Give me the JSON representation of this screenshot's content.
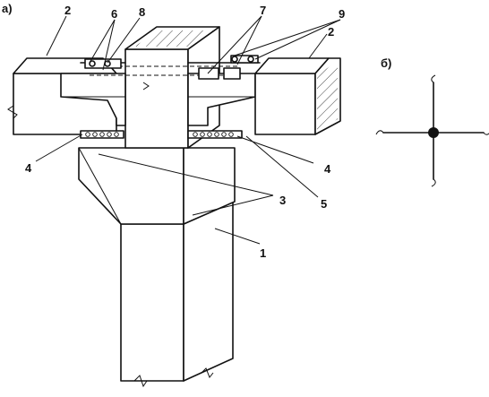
{
  "panels": [
    {
      "id": "a",
      "label": "а)"
    },
    {
      "id": "b",
      "label": "б)"
    }
  ],
  "callouts": [
    "1",
    "2",
    "2",
    "3",
    "4",
    "4",
    "5",
    "6",
    "7",
    "8",
    "9"
  ]
}
